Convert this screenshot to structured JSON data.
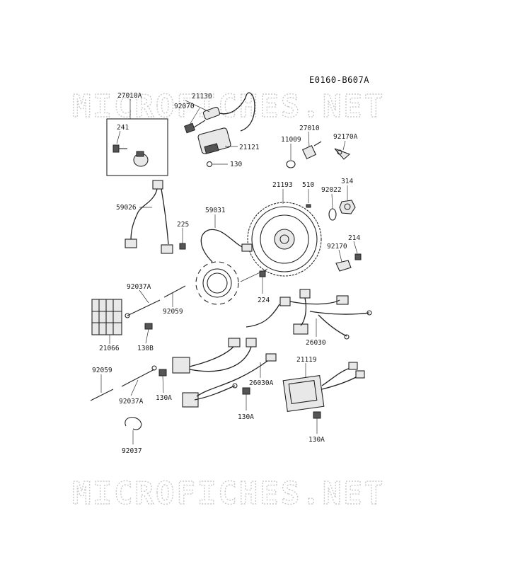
{
  "diagram": {
    "code": "E0160-B607A",
    "watermark": "MICROFICHES.NET",
    "labels": [
      {
        "id": "l27010A",
        "text": "27010A"
      },
      {
        "id": "l21130",
        "text": "21130"
      },
      {
        "id": "l92070",
        "text": "92070"
      },
      {
        "id": "l241",
        "text": "241"
      },
      {
        "id": "l21121",
        "text": "21121"
      },
      {
        "id": "l130a",
        "text": "130"
      },
      {
        "id": "l27010",
        "text": "27010"
      },
      {
        "id": "l11009",
        "text": "11009"
      },
      {
        "id": "l92170A",
        "text": "92170A"
      },
      {
        "id": "l21193",
        "text": "21193"
      },
      {
        "id": "l510",
        "text": "510"
      },
      {
        "id": "l92022",
        "text": "92022"
      },
      {
        "id": "l314",
        "text": "314"
      },
      {
        "id": "l59026",
        "text": "59026"
      },
      {
        "id": "l59031",
        "text": "59031"
      },
      {
        "id": "l225",
        "text": "225"
      },
      {
        "id": "l214",
        "text": "214"
      },
      {
        "id": "l92170",
        "text": "92170"
      },
      {
        "id": "l92037A",
        "text": "92037A"
      },
      {
        "id": "l92059",
        "text": "92059"
      },
      {
        "id": "l224",
        "text": "224"
      },
      {
        "id": "l21066",
        "text": "21066"
      },
      {
        "id": "l130B",
        "text": "130B"
      },
      {
        "id": "l26030",
        "text": "26030"
      },
      {
        "id": "l21119",
        "text": "21119"
      },
      {
        "id": "l92059b",
        "text": "92059"
      },
      {
        "id": "l92037Ab",
        "text": "92037A"
      },
      {
        "id": "l130A1",
        "text": "130A"
      },
      {
        "id": "l26030A",
        "text": "26030A"
      },
      {
        "id": "l130A2",
        "text": "130A"
      },
      {
        "id": "l130A3",
        "text": "130A"
      },
      {
        "id": "l92037",
        "text": "92037"
      }
    ]
  }
}
